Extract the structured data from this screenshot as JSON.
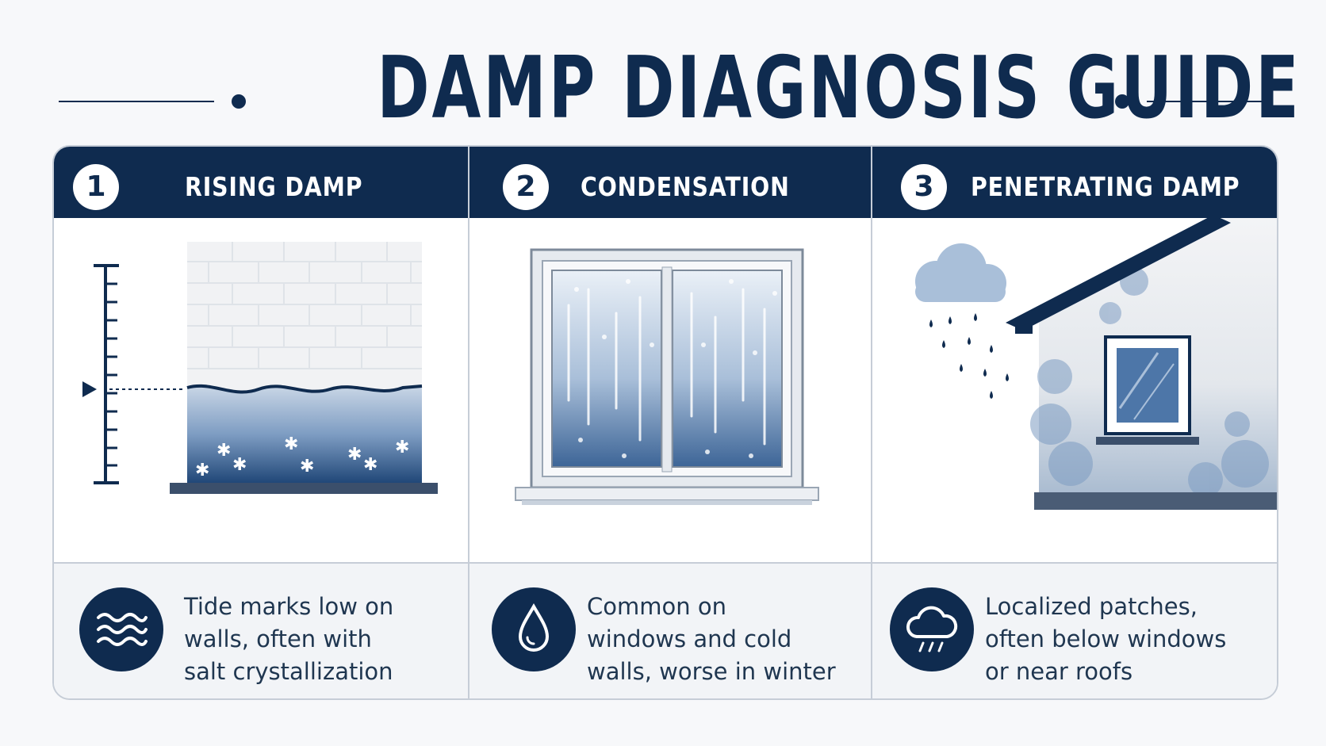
{
  "title": "DAMP DIAGNOSIS GUIDE",
  "colors": {
    "navy": "#0f2b4f",
    "damp_blue": "#6f8fb6",
    "light_panel": "#f2f4f7"
  },
  "sections": [
    {
      "number": "1",
      "title": "RISING DAMP",
      "icon": "waves-icon",
      "description": "Tide marks low on\nwalls, often with\nsalt crystallization"
    },
    {
      "number": "2",
      "title": "CONDENSATION",
      "icon": "water-drop-icon",
      "description": "Common on\nwindows and cold\nwalls, worse in winter"
    },
    {
      "number": "3",
      "title": "PENETRATING DAMP",
      "icon": "rain-cloud-icon",
      "description": "Localized patches,\noften below windows\nor near roofs"
    }
  ]
}
